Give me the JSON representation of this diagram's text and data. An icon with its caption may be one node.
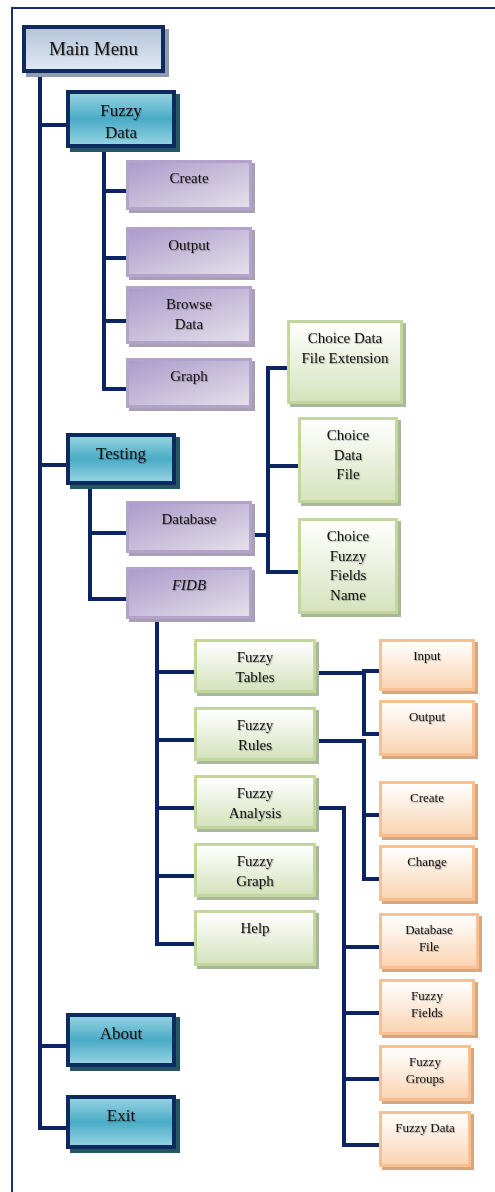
{
  "diagram": {
    "nodes": [
      {
        "text": [
          "Main Menu"
        ]
      },
      {
        "text": [
          "Fuzzy Data"
        ]
      },
      {
        "text": [
          "Create"
        ]
      },
      {
        "text": [
          "Output"
        ]
      },
      {
        "text": [
          "Browse Data"
        ]
      },
      {
        "text": [
          "Graph"
        ]
      },
      {
        "text": [
          "Choice Data File Extension"
        ]
      },
      {
        "text": [
          "Testing"
        ]
      },
      {
        "text": [
          "Choice Data File"
        ]
      },
      {
        "text": [
          "Database"
        ]
      },
      {
        "text": [
          "Choice Fuzzy Fields Name"
        ]
      },
      {
        "text": [
          "FIDB"
        ]
      },
      {
        "text": [
          "Fuzzy Tables"
        ]
      },
      {
        "text": [
          "Input"
        ]
      },
      {
        "text": [
          "Output"
        ]
      },
      {
        "text": [
          "Fuzzy Rules"
        ]
      },
      {
        "text": [
          "Fuzzy Analysis"
        ]
      },
      {
        "text": [
          "Create"
        ]
      },
      {
        "text": [
          "Fuzzy Graph"
        ]
      },
      {
        "text": [
          "Change"
        ]
      },
      {
        "text": [
          "Help"
        ]
      },
      {
        "text": [
          "Database File"
        ]
      },
      {
        "text": [
          "Fuzzy Fields"
        ]
      },
      {
        "text": [
          "Fuzzy Groups"
        ]
      },
      {
        "text": [
          "Fuzzy Data"
        ]
      },
      {
        "text": [
          "About"
        ]
      },
      {
        "text": [
          "Exit"
        ]
      }
    ],
    "edges": [
      {
        "from": 0,
        "to": 1,
        "arrow": "none"
      },
      {
        "from": 0,
        "to": 7,
        "arrow": "none"
      },
      {
        "from": 0,
        "to": 25,
        "arrow": "none"
      },
      {
        "from": 0,
        "to": 26,
        "arrow": "none"
      },
      {
        "from": 1,
        "to": 2,
        "arrow": "none"
      },
      {
        "from": 1,
        "to": 3,
        "arrow": "none"
      },
      {
        "from": 1,
        "to": 4,
        "arrow": "none"
      },
      {
        "from": 1,
        "to": 5,
        "arrow": "none"
      },
      {
        "from": 7,
        "to": 9,
        "arrow": "none"
      },
      {
        "from": 7,
        "to": 11,
        "arrow": "none"
      },
      {
        "from": 9,
        "to": 6,
        "arrow": "none"
      },
      {
        "from": 9,
        "to": 8,
        "arrow": "none"
      },
      {
        "from": 9,
        "to": 10,
        "arrow": "none"
      },
      {
        "from": 11,
        "to": 12,
        "arrow": "none"
      },
      {
        "from": 11,
        "to": 15,
        "arrow": "none"
      },
      {
        "from": 11,
        "to": 16,
        "arrow": "none"
      },
      {
        "from": 11,
        "to": 18,
        "arrow": "none"
      },
      {
        "from": 11,
        "to": 20,
        "arrow": "none"
      },
      {
        "from": 12,
        "to": 13,
        "arrow": "none"
      },
      {
        "from": 12,
        "to": 14,
        "arrow": "none"
      },
      {
        "from": 15,
        "to": 17,
        "arrow": "none"
      },
      {
        "from": 15,
        "to": 19,
        "arrow": "none"
      },
      {
        "from": 16,
        "to": 21,
        "arrow": "none"
      },
      {
        "from": 16,
        "to": 22,
        "arrow": "none"
      },
      {
        "from": 16,
        "to": 23,
        "arrow": "none"
      },
      {
        "from": 16,
        "to": 24,
        "arrow": "none"
      }
    ]
  }
}
